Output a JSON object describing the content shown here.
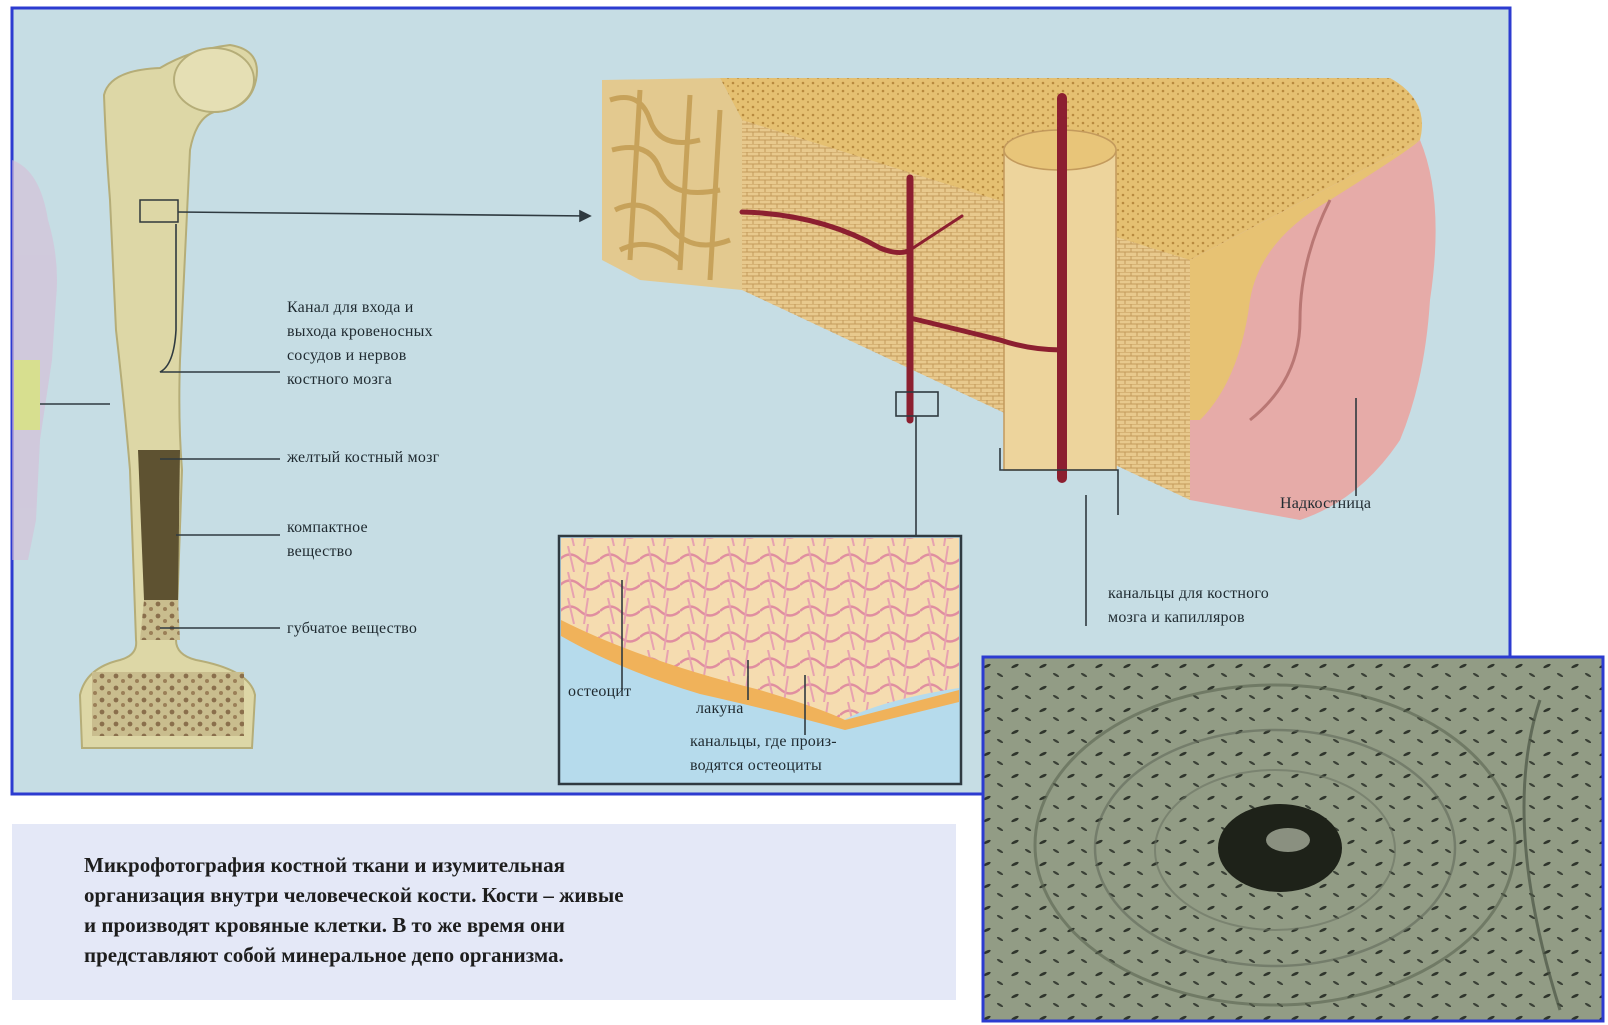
{
  "diagram": {
    "labels": {
      "canal": [
        "Канал для входа и",
        "выхода кровеносных",
        "сосудов и нервов",
        "костного мозга"
      ],
      "yellow_marrow": "желтый костный мозг",
      "compact": [
        "компактное",
        "вещество"
      ],
      "spongy": "губчатое вещество",
      "periosteum": "Надкостница",
      "canaliculi_marrow": [
        "канальцы для костного",
        "мозга и капилляров"
      ],
      "osteocyte": "остеоцит",
      "lacuna": "лакуна",
      "canaliculi_osteocytes": [
        "канальцы, где произ-",
        "водятся остеоциты"
      ]
    }
  },
  "caption": {
    "lines": [
      "Микрофотография костной ткани и изумительная",
      "организация внутри человеческой кости. Кости – живые",
      "и производят кровяные клетки. В то же время они",
      "представляют собой минеральное депо организма."
    ]
  },
  "colors": {
    "panel_background": "#c6dde4",
    "panel_border": "#2c3bd0",
    "bone": "#ddd7a6",
    "vessel": "#8c1f30",
    "periosteum": "#d99a9a",
    "caption_background": "#e4e8f7"
  }
}
